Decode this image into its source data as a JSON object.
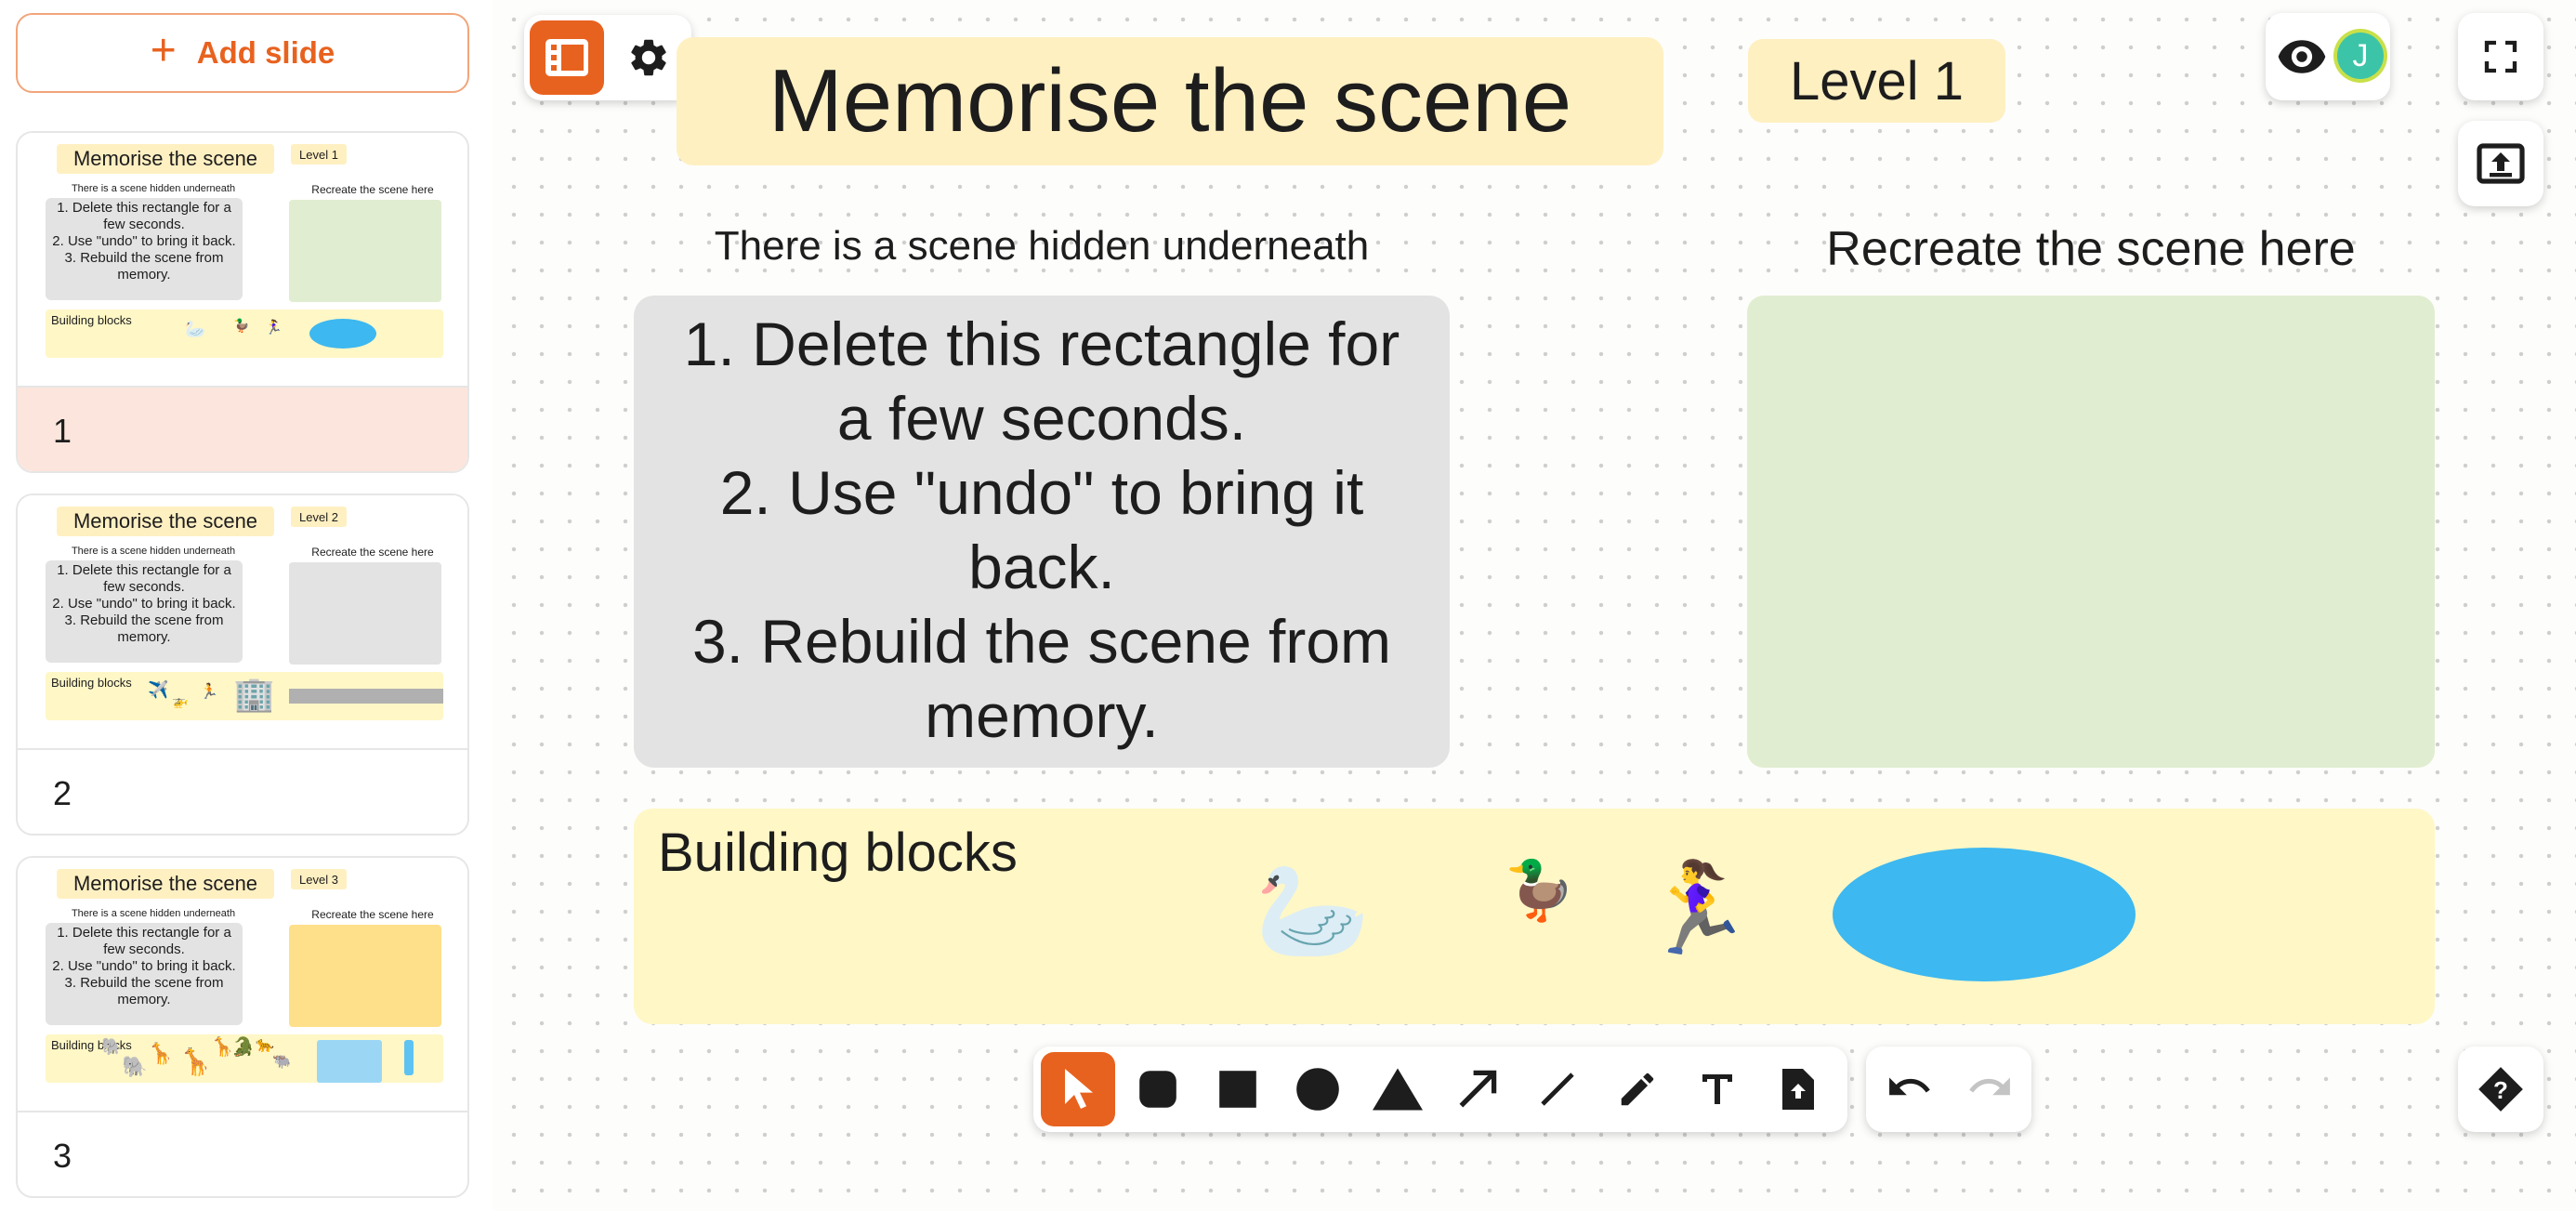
{
  "sidebar": {
    "add_slide_label": "Add slide",
    "slides": [
      {
        "number": "1",
        "title": "Memorise the scene",
        "level": "Level 1",
        "hidden_label": "There is a scene hidden underneath",
        "recreate_label": "Recreate the scene here",
        "instructions": [
          "1. Delete this rectangle for a few seconds.",
          "2. Use \"undo\" to bring it back.",
          "3. Rebuild the scene from memory."
        ],
        "blocks_label": "Building blocks",
        "area_color": "#e1edd0",
        "emojis": [
          "🦢",
          "🦆",
          "🏃‍♀️"
        ]
      },
      {
        "number": "2",
        "title": "Memorise the scene",
        "level": "Level 2",
        "hidden_label": "There is a scene hidden underneath",
        "recreate_label": "Recreate the scene here",
        "instructions": [
          "1. Delete this rectangle for a few seconds.",
          "2. Use \"undo\" to bring it back.",
          "3. Rebuild the scene from memory."
        ],
        "blocks_label": "Building blocks",
        "area_color": "#e3e3e3",
        "emojis": [
          "✈️",
          "🚁",
          "🏃",
          "🏢"
        ]
      },
      {
        "number": "3",
        "title": "Memorise the scene",
        "level": "Level 3",
        "hidden_label": "There is a scene hidden underneath",
        "recreate_label": "Recreate the scene here",
        "instructions": [
          "1. Delete this rectangle for a few seconds.",
          "2. Use \"undo\" to bring it back.",
          "3. Rebuild the scene from memory."
        ],
        "blocks_label": "Building blocks",
        "area_color": "#ffe08a",
        "emojis": [
          "🐘",
          "🦒",
          "🐊",
          "🐃",
          "🐘",
          "🦒",
          "🦒",
          "🐆"
        ]
      }
    ]
  },
  "top_left_tools": [
    "slides-panel-icon",
    "gear-icon"
  ],
  "slide": {
    "title": "Memorise the scene",
    "level": "Level 1",
    "hidden_label": "There is a scene hidden underneath",
    "recreate_label": "Recreate the scene here",
    "instructions": [
      "1. Delete this rectangle for",
      "a few seconds.",
      "2. Use \"undo\" to bring it",
      "back.",
      "3. Rebuild the scene from",
      "memory."
    ],
    "blocks_label": "Building blocks",
    "emojis": {
      "goose": "🦢",
      "duck": "🦆",
      "runner": "🏃‍♀️"
    }
  },
  "top_right": {
    "avatar_initial": "J",
    "avatar_color": "#3cc4a8",
    "avatar_ring": "#c9e04a"
  },
  "toolbar": {
    "tools": [
      "select-tool",
      "rounded-rectangle-tool",
      "rectangle-tool",
      "ellipse-tool",
      "triangle-tool",
      "arrow-tool",
      "line-tool",
      "pencil-tool",
      "text-tool",
      "upload-file-tool"
    ],
    "active": "select-tool",
    "history": [
      "undo-button",
      "redo-button"
    ]
  },
  "colors": {
    "accent": "#e8621f",
    "title_bg": "#fff0c2",
    "blocks_bg": "#fff7c6",
    "instructions_bg": "#e3e3e3",
    "recreate_bg": "#e1edd0",
    "pond": "#3db8f0"
  }
}
